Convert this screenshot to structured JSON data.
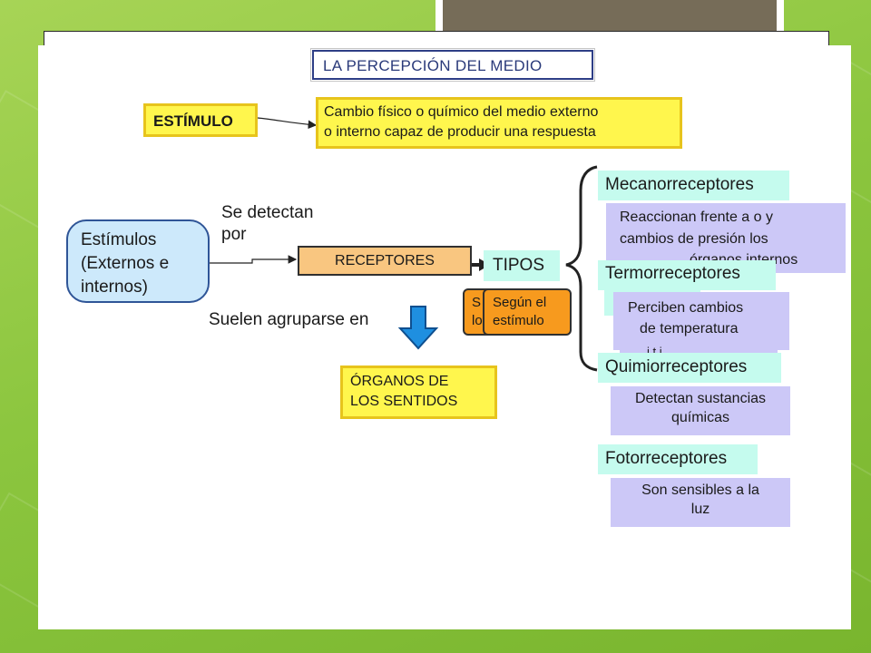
{
  "diagram": {
    "title": "LA PERCEPCIÓN DEL MEDIO",
    "estimulo_label": "ESTÍMULO",
    "estimulo_def": [
      "Cambio físico o químico del medio externo",
      "o interno capaz de producir una respuesta"
    ],
    "estimulos_node": [
      "Estímulos",
      "(Externos e",
      "internos)"
    ],
    "se_detectan": [
      "Se detectan",
      "por"
    ],
    "receptores": "RECEPTORES",
    "tipos": "TIPOS",
    "segun_back": [
      "S",
      "lo"
    ],
    "segun_front": [
      "Según el",
      "estímulo"
    ],
    "suelen": "Suelen agruparse en",
    "organos": [
      "ÓRGANOS DE",
      "LOS SENTIDOS"
    ],
    "types": [
      {
        "name": "Mecanorreceptores",
        "desc": [
          "Reaccionan frente a  o y",
          "cambios de presión   los",
          "órganos internos"
        ]
      },
      {
        "name": "Termorreceptores",
        "desc": [
          "Perciben cambios",
          "de temperatura",
          "i    t    i"
        ]
      },
      {
        "name": "Quimiorreceptores",
        "desc": [
          "Detectan sustancias",
          "químicas"
        ]
      },
      {
        "name": "Fotorreceptores",
        "desc": [
          "Son sensibles a la",
          "luz"
        ]
      }
    ]
  }
}
